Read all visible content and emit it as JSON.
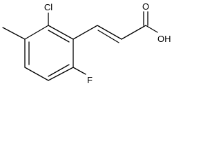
{
  "molecule": {
    "atom_labels": {
      "chlorine": "Cl",
      "fluorine": "F",
      "carbonyl_oxygen": "O",
      "hydroxyl": "OH"
    },
    "colors": {
      "bond": "#000000",
      "label": "#000000",
      "background": "#ffffff"
    }
  }
}
